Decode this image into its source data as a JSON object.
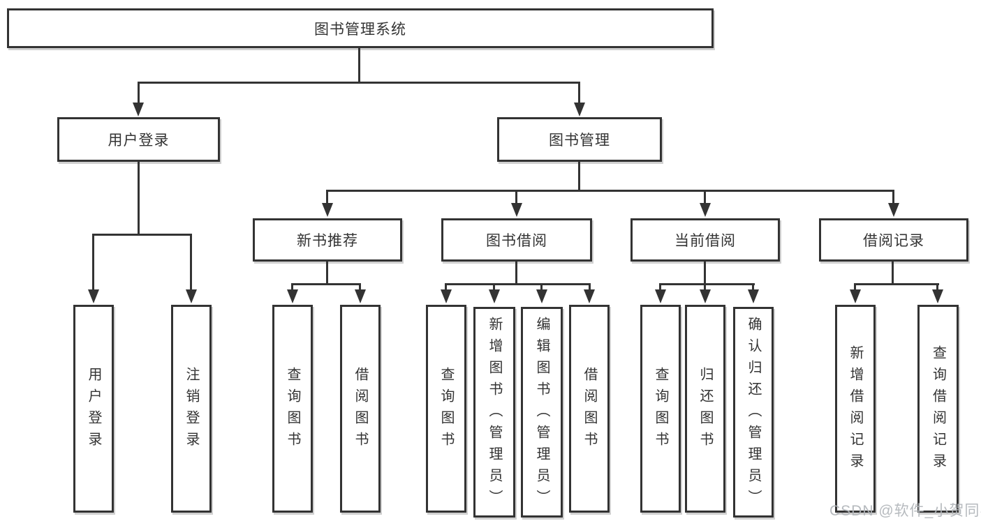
{
  "diagram": {
    "watermark": "CSDN @软件_小贺同学",
    "colors": {
      "line": "#333333",
      "box_border": "#333333",
      "text": "#333333",
      "watermark": "#b2b6ba",
      "background": "#ffffff"
    },
    "nodes": {
      "root": {
        "label": "图书管理系统"
      },
      "user_login": {
        "label": "用户登录"
      },
      "book_mgmt": {
        "label": "图书管理"
      },
      "new_book": {
        "label": "新书推荐"
      },
      "borrow": {
        "label": "图书借阅"
      },
      "current": {
        "label": "当前借阅"
      },
      "records": {
        "label": "借阅记录"
      },
      "leaf_user_login": {
        "label": "用户登录"
      },
      "leaf_logout": {
        "label": "注销登录"
      },
      "leaf_nb_query": {
        "label": "查询图书"
      },
      "leaf_nb_borrow": {
        "label": "借阅图书"
      },
      "leaf_bw_query": {
        "label": "查询图书"
      },
      "leaf_bw_add": {
        "label": "新增图书（管理员）"
      },
      "leaf_bw_edit": {
        "label": "编辑图书（管理员）"
      },
      "leaf_bw_borrow": {
        "label": "借阅图书"
      },
      "leaf_cur_query": {
        "label": "查询图书"
      },
      "leaf_cur_return": {
        "label": "归还图书"
      },
      "leaf_cur_confirm": {
        "label": "确认归还（管理员）"
      },
      "leaf_rec_add": {
        "label": "新增借阅记录"
      },
      "leaf_rec_query": {
        "label": "查询借阅记录"
      }
    },
    "hierarchy": {
      "root": "图书管理系统",
      "children": [
        {
          "label": "用户登录",
          "children": [
            "用户登录",
            "注销登录"
          ]
        },
        {
          "label": "图书管理",
          "children": [
            {
              "label": "新书推荐",
              "children": [
                "查询图书",
                "借阅图书"
              ]
            },
            {
              "label": "图书借阅",
              "children": [
                "查询图书",
                "新增图书（管理员）",
                "编辑图书（管理员）",
                "借阅图书"
              ]
            },
            {
              "label": "当前借阅",
              "children": [
                "查询图书",
                "归还图书",
                "确认归还（管理员）"
              ]
            },
            {
              "label": "借阅记录",
              "children": [
                "新增借阅记录",
                "查询借阅记录"
              ]
            }
          ]
        }
      ]
    }
  }
}
